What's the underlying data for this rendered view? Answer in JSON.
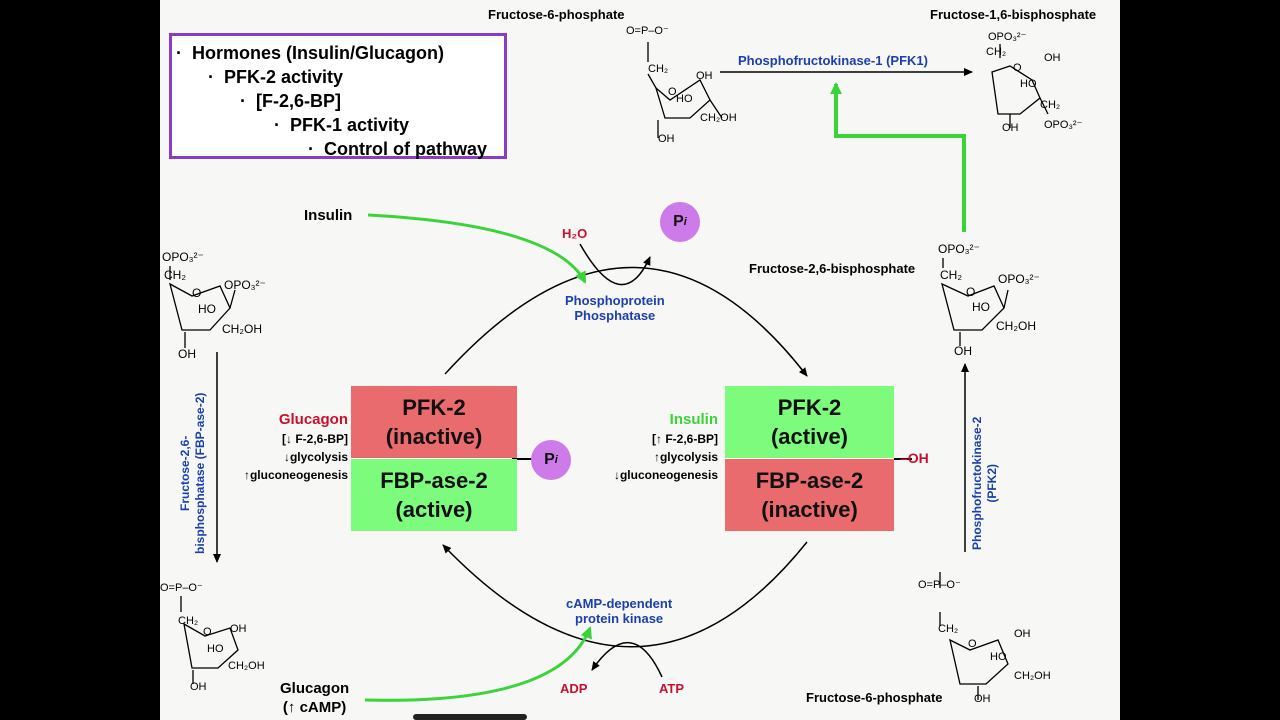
{
  "box_items": [
    "Hormones (Insulin/Glucagon)",
    "PFK-2 activity",
    "[F-2,6-BP]",
    "PFK-1 activity",
    "Control of pathway"
  ],
  "bullet": "·",
  "top": {
    "left_label": "Fructose-6-phosphate",
    "right_label": "Fructose-1,6-bisphosphate",
    "enzyme": "Phosphofructokinase-1 (PFK1)"
  },
  "left_side": {
    "enzyme_line1": "Fructose-2,6-",
    "enzyme_line2": "bisphosphatase (FBP-ase-2)"
  },
  "right_side": {
    "f26bp_label": "Fructose-2,6-bisphosphate",
    "enzyme_line1": "Phosphofructokinase-2",
    "enzyme_line2": "(PFK2)",
    "f6p_label": "Fructose-6-phosphate"
  },
  "cycle": {
    "insulin": "Insulin",
    "h2o": "H₂O",
    "pi": "P",
    "pi_sub": "i",
    "phosphatase_line1": "Phosphoprotein",
    "phosphatase_line2": "Phosphatase",
    "kinase_line1": "cAMP-dependent",
    "kinase_line2": "protein kinase",
    "adp": "ADP",
    "atp": "ATP",
    "glucagon_line1": "Glucagon",
    "glucagon_line2": "(↑ cAMP)",
    "oh": "–OH"
  },
  "left_enzyme": {
    "top_line1": "PFK-2",
    "top_line2": "(inactive)",
    "bottom_line1": "FBP-ase-2",
    "bottom_line2": "(active)",
    "hormone": "Glucagon",
    "effect1": "[↓ F-2,6-BP]",
    "effect2": "↓glycolysis",
    "effect3": "↑gluconeogenesis"
  },
  "right_enzyme": {
    "top_line1": "PFK-2",
    "top_line2": "(active)",
    "bottom_line1": "FBP-ase-2",
    "bottom_line2": "(inactive)",
    "hormone": "Insulin",
    "effect1": "[↑ F-2,6-BP]",
    "effect2": "↑glycolysis",
    "effect3": "↓gluconeogenesis"
  },
  "structure_labels": {
    "oh": "OH",
    "ho": "HO",
    "ch2oh": "CH₂OH",
    "ch2": "CH₂",
    "o": "O",
    "opo3": "OPO₃²⁻",
    "phosphate": "O=P–O⁻"
  },
  "colors": {
    "purple_border": "#8a3cc4",
    "blue_text": "#1b3fae",
    "red_text": "#c8102e",
    "green_arrow": "#3ad43a",
    "inactive_fill": "#ea6b6e",
    "active_fill": "#7dfb7d",
    "pi_circle": "#cc7be8"
  }
}
